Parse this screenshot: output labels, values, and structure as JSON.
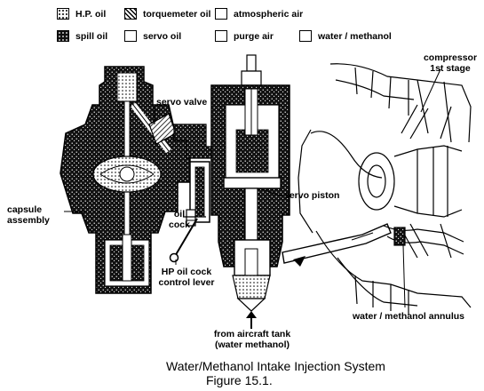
{
  "legend": {
    "hp_oil": "H.P. oil",
    "torquemeter_oil": "torquemeter oil",
    "atmospheric_air": "atmospheric air",
    "spill_oil": "spill oil",
    "servo_oil": "servo oil",
    "purge_air": "purge air",
    "water_methanol": "water / methanol"
  },
  "labels": {
    "compressor_line1": "compressor",
    "compressor_line2": "1st stage",
    "servo_valve": "servo valve",
    "servo_piston": "servo piston",
    "capsule_line1": "capsule",
    "capsule_line2": "assembly",
    "oil_cock_line1": "oil",
    "oil_cock_line2": "cock",
    "hp_lever_line1": "HP oil cock",
    "hp_lever_line2": "control lever",
    "annulus": "water / methanol annulus",
    "tank_line1": "from aircraft tank",
    "tank_line2": "(water methanol)"
  },
  "caption": {
    "line1": "Water/Methanol Intake Injection System",
    "line2": "Figure 15.1."
  }
}
